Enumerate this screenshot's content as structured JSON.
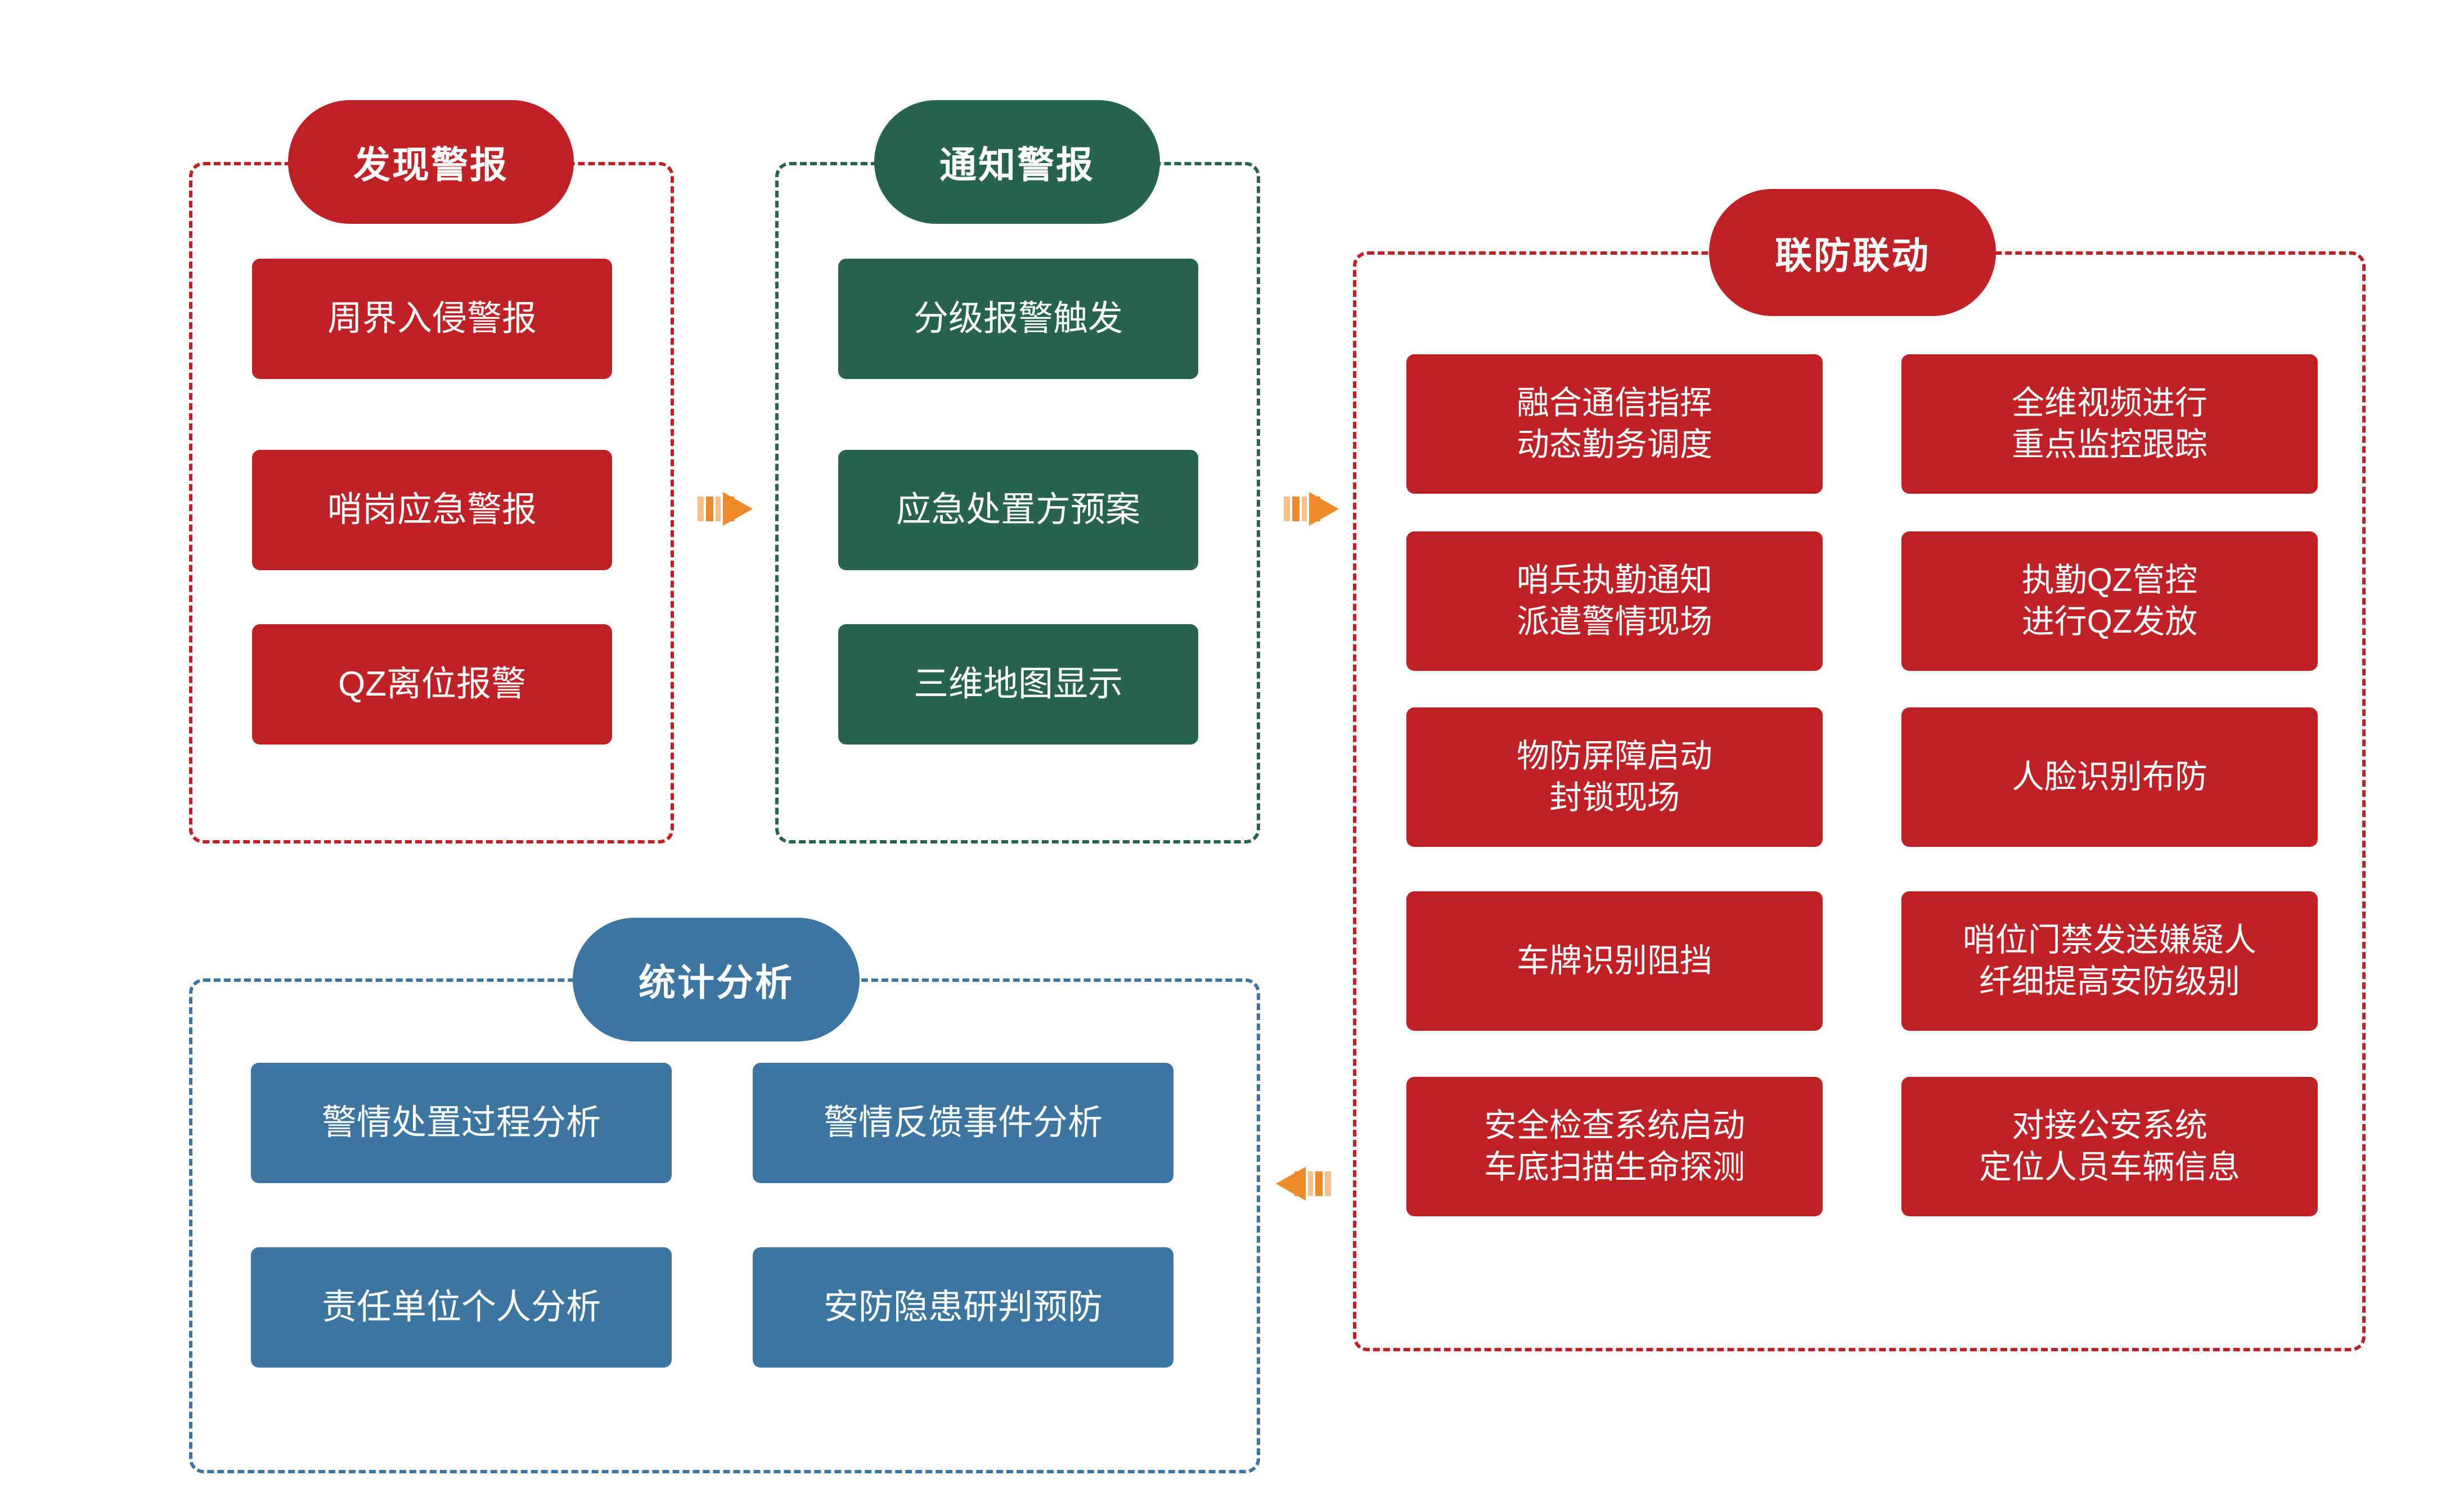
{
  "diagram": {
    "title_hidden": "",
    "colors": {
      "red": "#BF2127",
      "green": "#286352",
      "blue": "#3C75A0",
      "arrow_orange": "#ED8B2B",
      "arrow_orange_light": "#F6C08A",
      "background": "#FFFFFF"
    }
  },
  "panels": [
    {
      "id": "discover-alarm",
      "title": "发现警报",
      "color": "red",
      "columns": 1,
      "items": [
        {
          "lines": [
            "周界入侵警报"
          ]
        },
        {
          "lines": [
            "哨岗应急警报"
          ]
        },
        {
          "lines": [
            "QZ离位报警"
          ]
        }
      ]
    },
    {
      "id": "notify-alarm",
      "title": "通知警报",
      "color": "green",
      "columns": 1,
      "items": [
        {
          "lines": [
            "分级报警触发"
          ]
        },
        {
          "lines": [
            "应急处置方预案"
          ]
        },
        {
          "lines": [
            "三维地图显示"
          ]
        }
      ]
    },
    {
      "id": "joint-defense",
      "title": "联防联动",
      "color": "red",
      "columns": 2,
      "items": [
        {
          "lines": [
            "融合通信指挥",
            "动态勤务调度"
          ]
        },
        {
          "lines": [
            "全维视频进行",
            "重点监控跟踪"
          ]
        },
        {
          "lines": [
            "哨兵执勤通知",
            "派遣警情现场"
          ]
        },
        {
          "lines": [
            "执勤QZ管控",
            "进行QZ发放"
          ]
        },
        {
          "lines": [
            "物防屏障启动",
            "封锁现场"
          ]
        },
        {
          "lines": [
            "人脸识别布防"
          ]
        },
        {
          "lines": [
            "车牌识别阻挡"
          ]
        },
        {
          "lines": [
            "哨位门禁发送嫌疑人",
            "纤细提高安防级别"
          ]
        },
        {
          "lines": [
            "安全检查系统启动",
            "车底扫描生命探测"
          ]
        },
        {
          "lines": [
            "对接公安系统",
            "定位人员车辆信息"
          ]
        }
      ]
    },
    {
      "id": "statistics-analysis",
      "title": "统计分析",
      "color": "blue",
      "columns": 2,
      "items": [
        {
          "lines": [
            "警情处置过程分析"
          ]
        },
        {
          "lines": [
            "警情反馈事件分析"
          ]
        },
        {
          "lines": [
            "责任单位个人分析"
          ]
        },
        {
          "lines": [
            "安防隐患研判预防"
          ]
        }
      ]
    }
  ],
  "arrows": [
    {
      "id": "arrow-discover-to-notify",
      "direction": "right",
      "icon": "arrow-right-icon"
    },
    {
      "id": "arrow-notify-to-joint",
      "direction": "right",
      "icon": "arrow-right-icon"
    },
    {
      "id": "arrow-joint-to-statistics",
      "direction": "left",
      "icon": "arrow-left-icon"
    }
  ]
}
